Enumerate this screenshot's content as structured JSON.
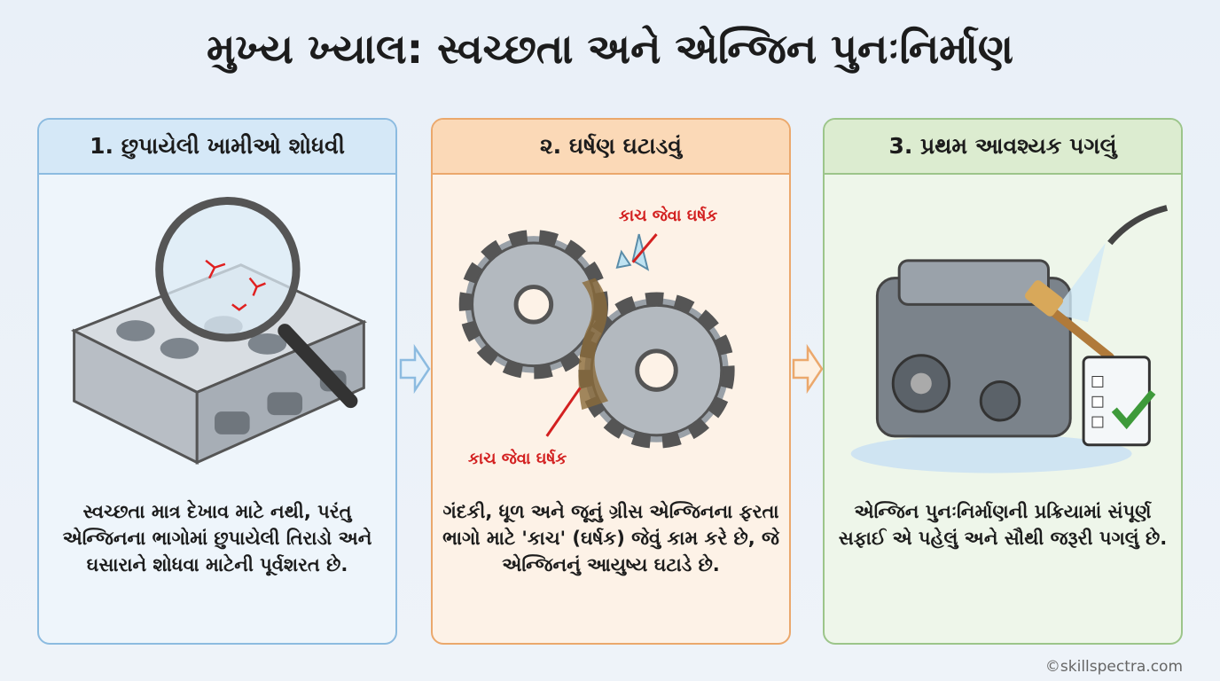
{
  "title": "મુખ્ય ખ્યાલ: સ્વચ્છતા અને એન્જિન પુનઃનિર્માણ",
  "panels": [
    {
      "header": "1. છુપાયેલી ખામીઓ શોધવી",
      "text": "સ્વચ્છતા માત્ર દેખાવ માટે નથી, પરંતુ એન્જિનના ભાગોમાં છુપાયેલી તિરાડો અને ઘસારાને શોધવા માટેની પૂર્વશરત છે."
    },
    {
      "header": "૨. ઘર્ષણ ઘટાડવું",
      "text": "ગંદકી, ધૂળ અને જૂનું ગ્રીસ એન્જિનના ફરતા ભાગો માટે 'કાચ' (ઘર્ષક) જેવું કામ કરે છે, જે એન્જિનનું આયુષ્ય ઘટાડે છે.",
      "label_top": "કાચ જેવા ઘર્ષક",
      "label_bottom": "કાચ જેવા ઘર્ષક"
    },
    {
      "header": "3. પ્રથમ આવશ્યક પગલું",
      "text": "એન્જિન પુનઃનિર્માણની પ્રક્રિયામાં સંપૂર્ણ સફાઈ એ પહેલું અને સૌથી જરૂરી પગલું છે."
    }
  ],
  "footer": "©skillspectra.com",
  "colors": {
    "blue": "#8cbbe0",
    "orange": "#eba86c",
    "green": "#9cc58a",
    "red": "#d32020"
  }
}
